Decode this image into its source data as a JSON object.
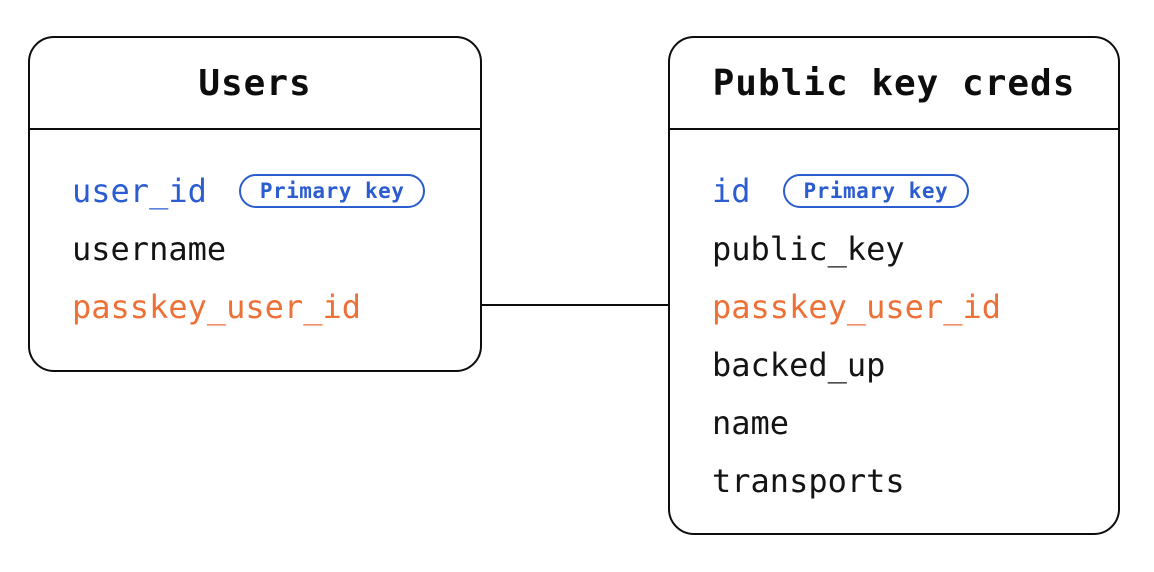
{
  "colors": {
    "primary_key_blue": "#2B5CD0",
    "foreign_key_orange": "#ED7137",
    "line_black": "#0d0d0d",
    "background": "#ffffff"
  },
  "tables": [
    {
      "title": "Users",
      "fields": [
        {
          "name": "user_id",
          "role": "primary-key",
          "badge": "Primary key"
        },
        {
          "name": "username",
          "role": "regular"
        },
        {
          "name": "passkey_user_id",
          "role": "foreign-key"
        }
      ]
    },
    {
      "title": "Public key creds",
      "fields": [
        {
          "name": "id",
          "role": "primary-key",
          "badge": "Primary key"
        },
        {
          "name": "public_key",
          "role": "regular"
        },
        {
          "name": "passkey_user_id",
          "role": "foreign-key"
        },
        {
          "name": "backed_up",
          "role": "regular"
        },
        {
          "name": "name",
          "role": "regular"
        },
        {
          "name": "transports",
          "role": "regular"
        }
      ]
    }
  ],
  "relationship": {
    "from": "Users.passkey_user_id",
    "to": "Public key creds.passkey_user_id"
  }
}
